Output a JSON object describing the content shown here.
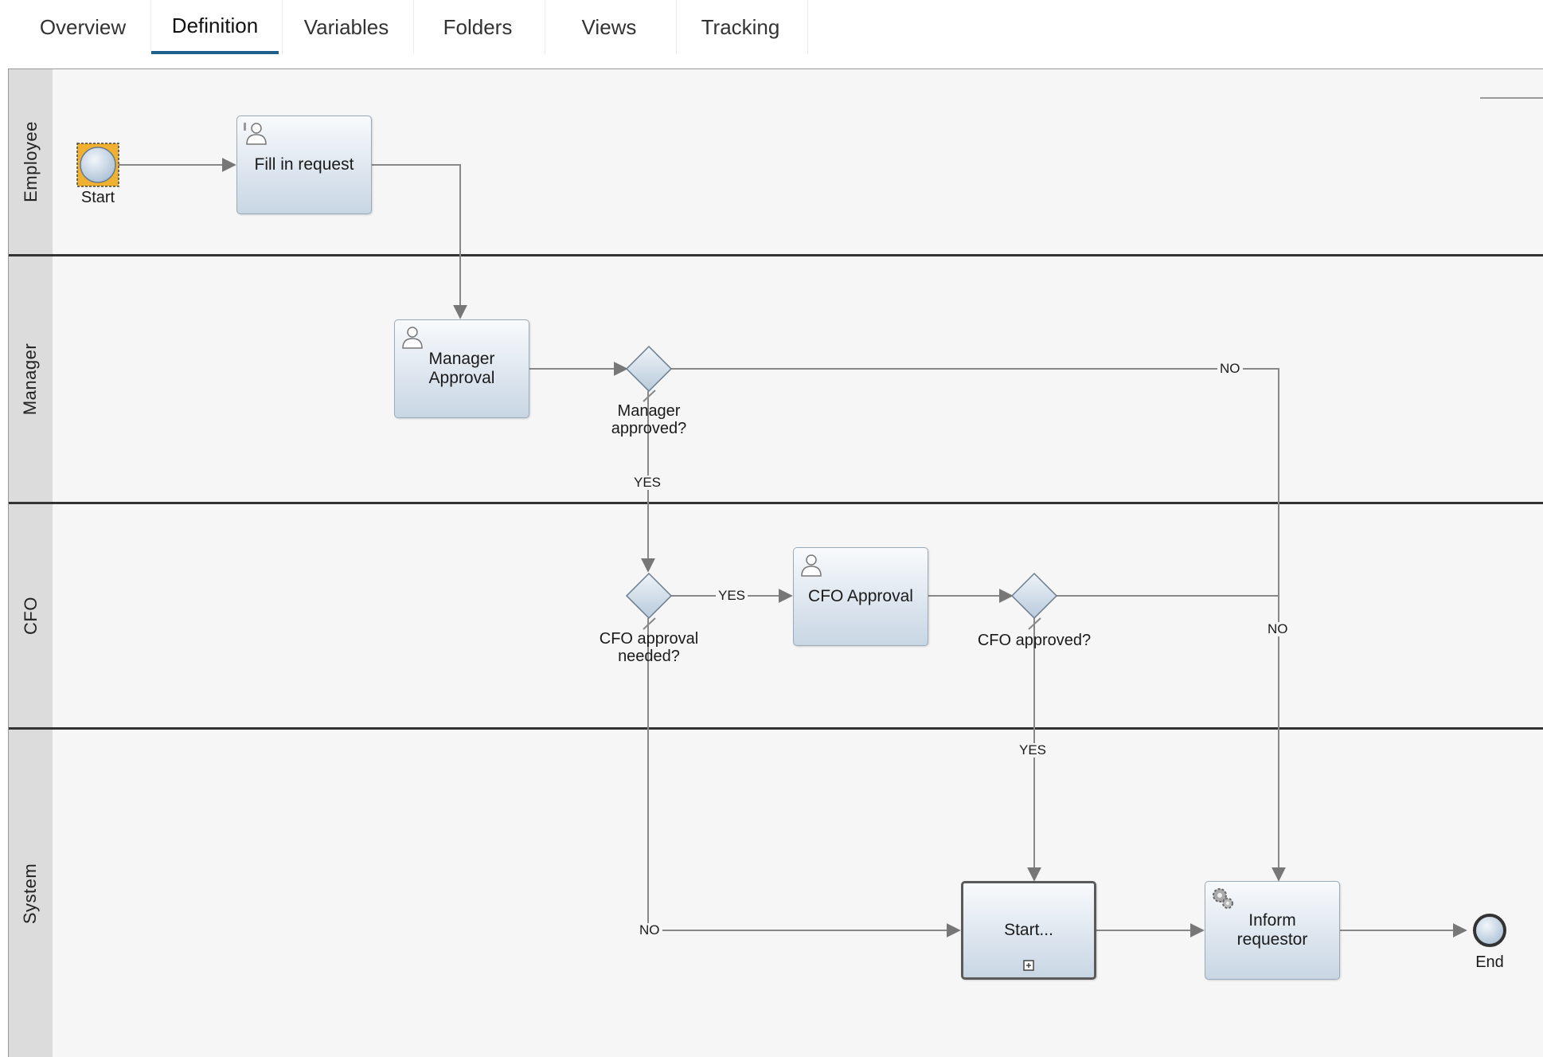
{
  "tabs": [
    {
      "label": "Overview"
    },
    {
      "label": "Definition",
      "active": true
    },
    {
      "label": "Variables"
    },
    {
      "label": "Folders"
    },
    {
      "label": "Views"
    },
    {
      "label": "Tracking"
    }
  ],
  "colors": {
    "tab_accent": "#1f5f8b",
    "canvas": "#f6f6f6",
    "lane_header": "#dcdcdc",
    "start_event_highlight": "#f0b030"
  },
  "lanes": [
    "Employee",
    "Manager",
    "CFO",
    "System"
  ],
  "events": {
    "start": "Start",
    "end": "End"
  },
  "tasks": {
    "fill_in_request": "Fill in request",
    "manager_approval": [
      "Manager",
      "Approval"
    ],
    "cfo_approval": "CFO Approval",
    "start_sub": "Start...",
    "inform_requestor": [
      "Inform",
      "requestor"
    ]
  },
  "gateways": {
    "manager_approved": [
      "Manager",
      "approved?"
    ],
    "cfo_needed": [
      "CFO approval",
      "needed?"
    ],
    "cfo_approved": "CFO approved?"
  },
  "flow_labels": {
    "manager_no": "NO",
    "manager_yes": "YES",
    "cfo_needed_yes": "YES",
    "cfo_approved_no": "NO",
    "cfo_approved_yes": "YES",
    "cfo_needed_no": "NO"
  },
  "icons": {
    "user_task": "user-icon",
    "service_task": "gears-icon",
    "subprocess": "plus-box-icon"
  }
}
